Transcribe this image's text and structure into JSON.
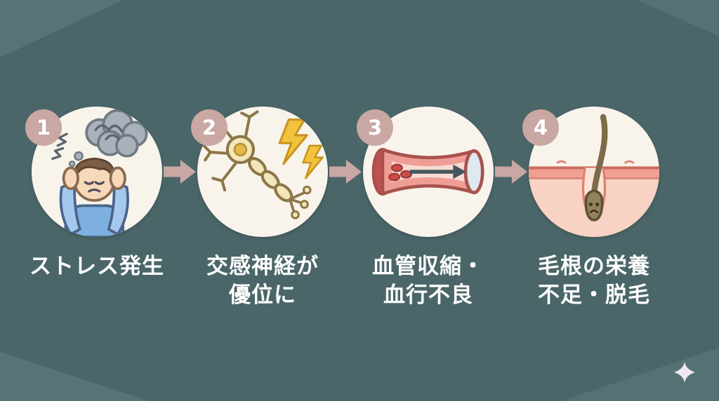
{
  "page": {
    "colors": {
      "background": "#4b6669",
      "corner_accent": "#567477",
      "circle_fill": "#f8f4ec",
      "badge": "#c9a7a3",
      "arrow": "#c9a7a3",
      "label_text": "#ffffff"
    }
  },
  "steps": [
    {
      "number": "1",
      "icon": "stressed-person-icon",
      "label_lines": [
        "ストレス発生"
      ]
    },
    {
      "number": "2",
      "icon": "neuron-icon",
      "label_lines": [
        "交感神経が",
        "優位に"
      ]
    },
    {
      "number": "3",
      "icon": "blood-vessel-icon",
      "label_lines": [
        "血管収縮・",
        "血行不良"
      ]
    },
    {
      "number": "4",
      "icon": "hair-follicle-icon",
      "label_lines": [
        "毛根の栄養",
        "不足・脱毛"
      ]
    }
  ],
  "decorations": {
    "sparkle": "sparkle-icon"
  }
}
